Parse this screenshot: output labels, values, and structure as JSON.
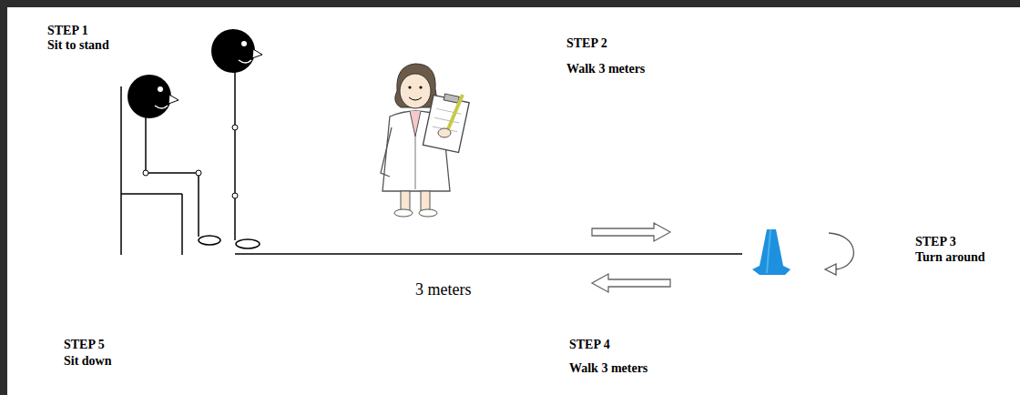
{
  "diagram": {
    "labels": [
      "STEP 1",
      "Sit to stand",
      "STEP 2",
      "Walk 3 meters",
      "STEP 3",
      "Turn around",
      "3 meters",
      "STEP 4",
      "Walk 3 meters",
      "STEP 5",
      "Sit down"
    ]
  }
}
